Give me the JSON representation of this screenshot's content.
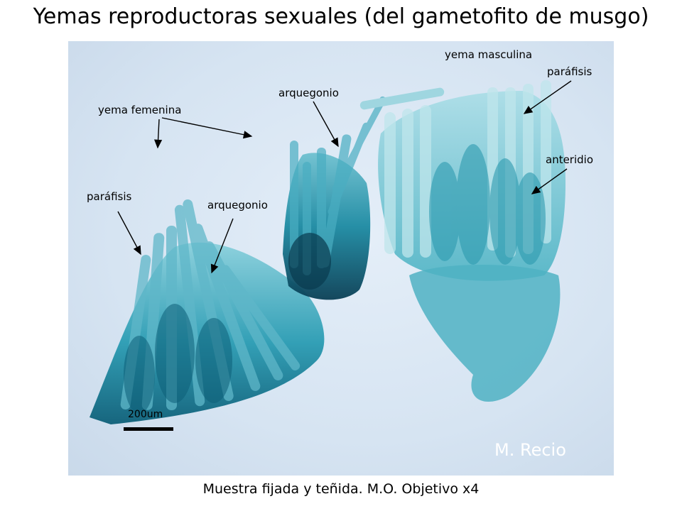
{
  "title": "Yemas reproductoras sexuales (del gametofito de musgo)",
  "caption": "Muestra fijada y teñida. M.O. Objetivo x4",
  "labels": {
    "yema_femenina": "yema femenina",
    "arquegonio_top": "arquegonio",
    "arquegonio_left": "arquegonio",
    "parafisis_left": "paráfisis",
    "yema_masculina": "yema masculina",
    "parafisis_right": "paráfisis",
    "anteridio": "anteridio"
  },
  "scale_bar": "200um",
  "signature": "M. Recio",
  "colors": {
    "stain": "#1a8fa6",
    "stain_dark": "#0a4a60",
    "stain_light": "#7cc8d4",
    "background": "#d6e4f2"
  }
}
